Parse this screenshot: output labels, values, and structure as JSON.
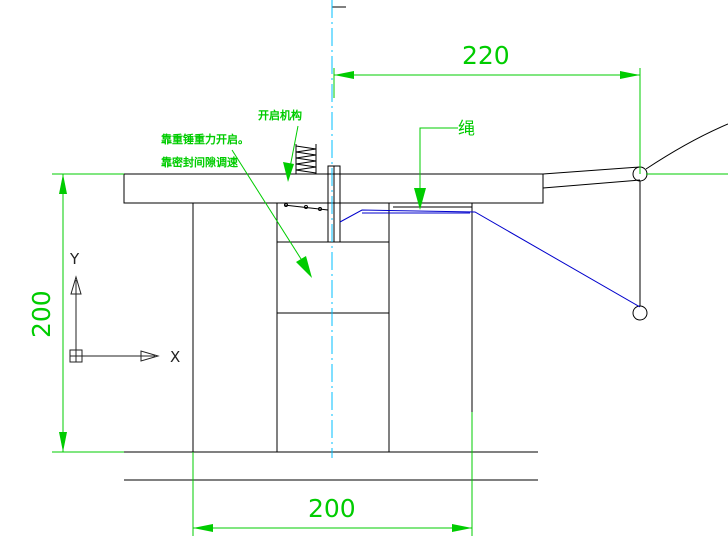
{
  "dimensions": {
    "top_width": "220",
    "left_height": "200",
    "bottom_width": "200"
  },
  "notes": {
    "mechanism": "开启机构",
    "gravity_open": "靠重锤重力开启。",
    "seal_gap": "靠密封间隙调速",
    "rope": "绳"
  },
  "axes": {
    "x_label": "X",
    "y_label": "Y"
  },
  "colors": {
    "outline": "#000000",
    "dimension": "#00cc00",
    "rope": "#0000cc",
    "centerline": "#00bfff"
  }
}
